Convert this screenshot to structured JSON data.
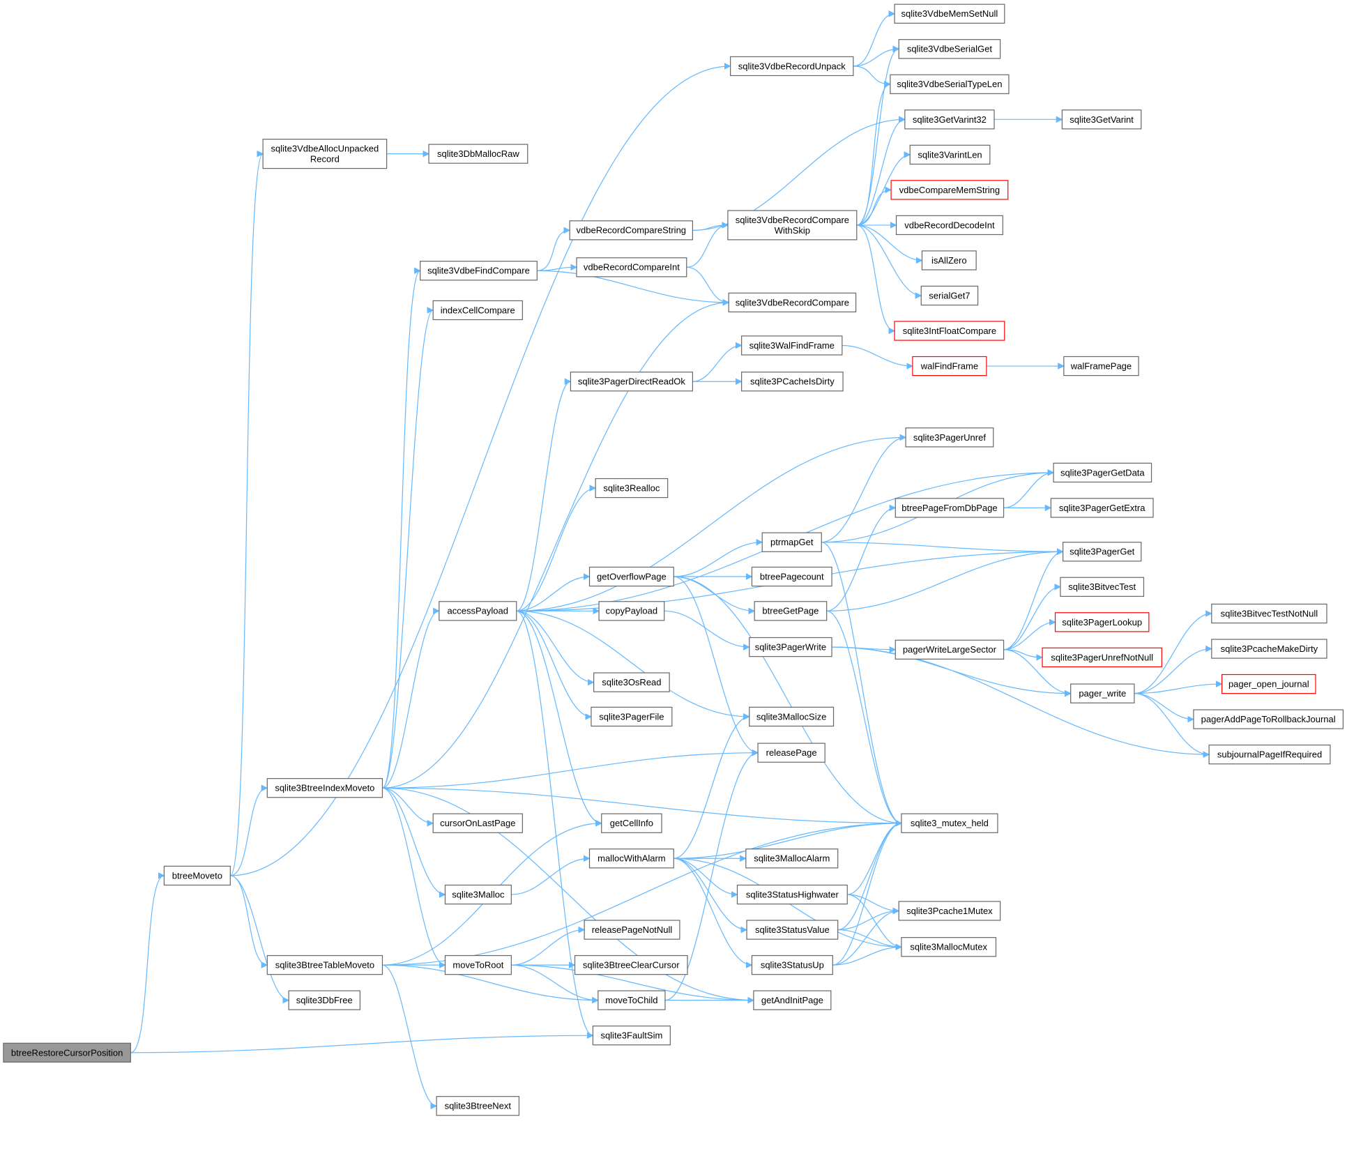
{
  "diagram": {
    "type": "call-graph",
    "colors": {
      "edge": "#63b8ff",
      "node_border": "#666666",
      "highlight_border": "#ff0000",
      "root_fill": "#999999"
    },
    "nodes": [
      {
        "id": "btreeRestoreCursorPosition",
        "label": "btreeRestoreCursorPosition",
        "style": "root"
      },
      {
        "id": "btreeMoveto",
        "label": "btreeMoveto"
      },
      {
        "id": "sqlite3VdbeAllocUnpackedRecord",
        "label": "sqlite3VdbeAllocUnpacked\nRecord"
      },
      {
        "id": "sqlite3DbMallocRaw",
        "label": "sqlite3DbMallocRaw"
      },
      {
        "id": "sqlite3BtreeIndexMoveto",
        "label": "sqlite3BtreeIndexMoveto"
      },
      {
        "id": "sqlite3BtreeTableMoveto",
        "label": "sqlite3BtreeTableMoveto"
      },
      {
        "id": "sqlite3DbFree",
        "label": "sqlite3DbFree"
      },
      {
        "id": "sqlite3VdbeFindCompare",
        "label": "sqlite3VdbeFindCompare"
      },
      {
        "id": "indexCellCompare",
        "label": "indexCellCompare"
      },
      {
        "id": "accessPayload",
        "label": "accessPayload"
      },
      {
        "id": "cursorOnLastPage",
        "label": "cursorOnLastPage"
      },
      {
        "id": "sqlite3Malloc",
        "label": "sqlite3Malloc"
      },
      {
        "id": "moveToRoot",
        "label": "moveToRoot"
      },
      {
        "id": "sqlite3BtreeNext",
        "label": "sqlite3BtreeNext"
      },
      {
        "id": "vdbeRecordCompareString",
        "label": "vdbeRecordCompareString"
      },
      {
        "id": "vdbeRecordCompareInt",
        "label": "vdbeRecordCompareInt"
      },
      {
        "id": "sqlite3PagerDirectReadOk",
        "label": "sqlite3PagerDirectReadOk"
      },
      {
        "id": "sqlite3Realloc",
        "label": "sqlite3Realloc"
      },
      {
        "id": "getOverflowPage",
        "label": "getOverflowPage"
      },
      {
        "id": "copyPayload",
        "label": "copyPayload"
      },
      {
        "id": "sqlite3OsRead",
        "label": "sqlite3OsRead"
      },
      {
        "id": "sqlite3PagerFile",
        "label": "sqlite3PagerFile"
      },
      {
        "id": "getCellInfo",
        "label": "getCellInfo"
      },
      {
        "id": "mallocWithAlarm",
        "label": "mallocWithAlarm"
      },
      {
        "id": "releasePageNotNull",
        "label": "releasePageNotNull"
      },
      {
        "id": "sqlite3BtreeClearCursor",
        "label": "sqlite3BtreeClearCursor"
      },
      {
        "id": "moveToChild",
        "label": "moveToChild"
      },
      {
        "id": "sqlite3FaultSim",
        "label": "sqlite3FaultSim"
      },
      {
        "id": "sqlite3VdbeRecordUnpack",
        "label": "sqlite3VdbeRecordUnpack"
      },
      {
        "id": "sqlite3VdbeRecordCompareWithSkip",
        "label": "sqlite3VdbeRecordCompare\nWithSkip"
      },
      {
        "id": "sqlite3VdbeRecordCompare",
        "label": "sqlite3VdbeRecordCompare"
      },
      {
        "id": "sqlite3WalFindFrame",
        "label": "sqlite3WalFindFrame"
      },
      {
        "id": "sqlite3PCacheIsDirty",
        "label": "sqlite3PCacheIsDirty"
      },
      {
        "id": "ptrmapGet",
        "label": "ptrmapGet"
      },
      {
        "id": "btreePagecount",
        "label": "btreePagecount"
      },
      {
        "id": "btreeGetPage",
        "label": "btreeGetPage"
      },
      {
        "id": "sqlite3PagerWrite",
        "label": "sqlite3PagerWrite"
      },
      {
        "id": "sqlite3MallocSize",
        "label": "sqlite3MallocSize"
      },
      {
        "id": "releasePage",
        "label": "releasePage"
      },
      {
        "id": "sqlite3MallocAlarm",
        "label": "sqlite3MallocAlarm"
      },
      {
        "id": "sqlite3StatusHighwater",
        "label": "sqlite3StatusHighwater"
      },
      {
        "id": "sqlite3StatusValue",
        "label": "sqlite3StatusValue"
      },
      {
        "id": "sqlite3StatusUp",
        "label": "sqlite3StatusUp"
      },
      {
        "id": "getAndInitPage",
        "label": "getAndInitPage"
      },
      {
        "id": "sqlite3VdbeMemSetNull",
        "label": "sqlite3VdbeMemSetNull"
      },
      {
        "id": "sqlite3VdbeSerialGet",
        "label": "sqlite3VdbeSerialGet"
      },
      {
        "id": "sqlite3VdbeSerialTypeLen",
        "label": "sqlite3VdbeSerialTypeLen"
      },
      {
        "id": "sqlite3GetVarint32",
        "label": "sqlite3GetVarint32"
      },
      {
        "id": "sqlite3VarintLen",
        "label": "sqlite3VarintLen"
      },
      {
        "id": "vdbeCompareMemString",
        "label": "vdbeCompareMemString",
        "style": "red"
      },
      {
        "id": "vdbeRecordDecodeInt",
        "label": "vdbeRecordDecodeInt"
      },
      {
        "id": "isAllZero",
        "label": "isAllZero"
      },
      {
        "id": "serialGet7",
        "label": "serialGet7"
      },
      {
        "id": "sqlite3IntFloatCompare",
        "label": "sqlite3IntFloatCompare",
        "style": "red"
      },
      {
        "id": "walFindFrame",
        "label": "walFindFrame",
        "style": "red"
      },
      {
        "id": "sqlite3PagerUnref",
        "label": "sqlite3PagerUnref"
      },
      {
        "id": "btreePageFromDbPage",
        "label": "btreePageFromDbPage"
      },
      {
        "id": "pagerWriteLargeSector",
        "label": "pagerWriteLargeSector"
      },
      {
        "id": "sqlite3_mutex_held",
        "label": "sqlite3_mutex_held"
      },
      {
        "id": "sqlite3Pcache1Mutex",
        "label": "sqlite3Pcache1Mutex"
      },
      {
        "id": "sqlite3MallocMutex",
        "label": "sqlite3MallocMutex"
      },
      {
        "id": "sqlite3GetVarint",
        "label": "sqlite3GetVarint"
      },
      {
        "id": "walFramePage",
        "label": "walFramePage"
      },
      {
        "id": "sqlite3PagerGetData",
        "label": "sqlite3PagerGetData"
      },
      {
        "id": "sqlite3PagerGetExtra",
        "label": "sqlite3PagerGetExtra"
      },
      {
        "id": "sqlite3PagerGet",
        "label": "sqlite3PagerGet"
      },
      {
        "id": "sqlite3BitvecTest",
        "label": "sqlite3BitvecTest"
      },
      {
        "id": "sqlite3PagerLookup",
        "label": "sqlite3PagerLookup",
        "style": "red"
      },
      {
        "id": "sqlite3PagerUnrefNotNull",
        "label": "sqlite3PagerUnrefNotNull",
        "style": "red"
      },
      {
        "id": "pager_write",
        "label": "pager_write"
      },
      {
        "id": "sqlite3BitvecTestNotNull",
        "label": "sqlite3BitvecTestNotNull"
      },
      {
        "id": "sqlite3PcacheMakeDirty",
        "label": "sqlite3PcacheMakeDirty"
      },
      {
        "id": "pager_open_journal",
        "label": "pager_open_journal",
        "style": "red"
      },
      {
        "id": "pagerAddPageToRollbackJournal",
        "label": "pagerAddPageToRollbackJournal"
      },
      {
        "id": "subjournalPageIfRequired",
        "label": "subjournalPageIfRequired"
      }
    ],
    "edges": [
      [
        "btreeRestoreCursorPosition",
        "btreeMoveto"
      ],
      [
        "btreeRestoreCursorPosition",
        "sqlite3FaultSim"
      ],
      [
        "btreeMoveto",
        "sqlite3VdbeAllocUnpackedRecord"
      ],
      [
        "btreeMoveto",
        "sqlite3VdbeRecordUnpack"
      ],
      [
        "btreeMoveto",
        "sqlite3BtreeIndexMoveto"
      ],
      [
        "btreeMoveto",
        "sqlite3BtreeTableMoveto"
      ],
      [
        "btreeMoveto",
        "sqlite3DbFree"
      ],
      [
        "sqlite3VdbeAllocUnpackedRecord",
        "sqlite3DbMallocRaw"
      ],
      [
        "sqlite3BtreeIndexMoveto",
        "sqlite3VdbeFindCompare"
      ],
      [
        "sqlite3BtreeIndexMoveto",
        "indexCellCompare"
      ],
      [
        "sqlite3BtreeIndexMoveto",
        "sqlite3VdbeRecordCompare"
      ],
      [
        "sqlite3BtreeIndexMoveto",
        "accessPayload"
      ],
      [
        "sqlite3BtreeIndexMoveto",
        "releasePage"
      ],
      [
        "sqlite3BtreeIndexMoveto",
        "sqlite3_mutex_held"
      ],
      [
        "sqlite3BtreeIndexMoveto",
        "cursorOnLastPage"
      ],
      [
        "sqlite3BtreeIndexMoveto",
        "sqlite3Malloc"
      ],
      [
        "sqlite3BtreeIndexMoveto",
        "moveToRoot"
      ],
      [
        "sqlite3BtreeIndexMoveto",
        "getAndInitPage"
      ],
      [
        "sqlite3BtreeTableMoveto",
        "getCellInfo"
      ],
      [
        "sqlite3BtreeTableMoveto",
        "moveToRoot"
      ],
      [
        "sqlite3BtreeTableMoveto",
        "moveToChild"
      ],
      [
        "sqlite3BtreeTableMoveto",
        "sqlite3BtreeNext"
      ],
      [
        "sqlite3BtreeTableMoveto",
        "sqlite3_mutex_held"
      ],
      [
        "sqlite3VdbeFindCompare",
        "vdbeRecordCompareString"
      ],
      [
        "sqlite3VdbeFindCompare",
        "vdbeRecordCompareInt"
      ],
      [
        "sqlite3VdbeFindCompare",
        "sqlite3VdbeRecordCompare"
      ],
      [
        "accessPayload",
        "sqlite3PagerDirectReadOk"
      ],
      [
        "accessPayload",
        "sqlite3PagerUnref"
      ],
      [
        "accessPayload",
        "sqlite3PagerGetData"
      ],
      [
        "accessPayload",
        "sqlite3Realloc"
      ],
      [
        "accessPayload",
        "sqlite3PagerGet"
      ],
      [
        "accessPayload",
        "getOverflowPage"
      ],
      [
        "accessPayload",
        "copyPayload"
      ],
      [
        "accessPayload",
        "sqlite3OsRead"
      ],
      [
        "accessPayload",
        "sqlite3PagerFile"
      ],
      [
        "accessPayload",
        "sqlite3MallocSize"
      ],
      [
        "accessPayload",
        "getCellInfo"
      ],
      [
        "accessPayload",
        "sqlite3FaultSim"
      ],
      [
        "sqlite3Malloc",
        "mallocWithAlarm"
      ],
      [
        "moveToRoot",
        "releasePageNotNull"
      ],
      [
        "moveToRoot",
        "sqlite3BtreeClearCursor"
      ],
      [
        "moveToRoot",
        "moveToChild"
      ],
      [
        "moveToRoot",
        "getAndInitPage"
      ],
      [
        "vdbeRecordCompareString",
        "sqlite3VdbeRecordCompareWithSkip"
      ],
      [
        "vdbeRecordCompareString",
        "sqlite3GetVarint32"
      ],
      [
        "vdbeRecordCompareInt",
        "sqlite3VdbeRecordCompareWithSkip"
      ],
      [
        "vdbeRecordCompareInt",
        "sqlite3VdbeRecordCompare"
      ],
      [
        "sqlite3PagerDirectReadOk",
        "sqlite3WalFindFrame"
      ],
      [
        "sqlite3PagerDirectReadOk",
        "sqlite3PCacheIsDirty"
      ],
      [
        "getOverflowPage",
        "ptrmapGet"
      ],
      [
        "getOverflowPage",
        "btreePagecount"
      ],
      [
        "getOverflowPage",
        "btreeGetPage"
      ],
      [
        "getOverflowPage",
        "releasePage"
      ],
      [
        "getOverflowPage",
        "sqlite3_mutex_held"
      ],
      [
        "copyPayload",
        "sqlite3PagerWrite"
      ],
      [
        "mallocWithAlarm",
        "sqlite3MallocSize"
      ],
      [
        "mallocWithAlarm",
        "sqlite3_mutex_held"
      ],
      [
        "mallocWithAlarm",
        "sqlite3MallocAlarm"
      ],
      [
        "mallocWithAlarm",
        "sqlite3StatusHighwater"
      ],
      [
        "mallocWithAlarm",
        "sqlite3StatusValue"
      ],
      [
        "mallocWithAlarm",
        "sqlite3StatusUp"
      ],
      [
        "mallocWithAlarm",
        "sqlite3MallocMutex"
      ],
      [
        "moveToChild",
        "releasePage"
      ],
      [
        "moveToChild",
        "getAndInitPage"
      ],
      [
        "sqlite3VdbeRecordUnpack",
        "sqlite3VdbeMemSetNull"
      ],
      [
        "sqlite3VdbeRecordUnpack",
        "sqlite3VdbeSerialGet"
      ],
      [
        "sqlite3VdbeRecordUnpack",
        "sqlite3VdbeSerialTypeLen"
      ],
      [
        "sqlite3VdbeRecordCompareWithSkip",
        "sqlite3VdbeSerialGet"
      ],
      [
        "sqlite3VdbeRecordCompareWithSkip",
        "sqlite3VdbeSerialTypeLen"
      ],
      [
        "sqlite3VdbeRecordCompareWithSkip",
        "sqlite3GetVarint32"
      ],
      [
        "sqlite3VdbeRecordCompareWithSkip",
        "sqlite3VarintLen"
      ],
      [
        "sqlite3VdbeRecordCompareWithSkip",
        "vdbeCompareMemString"
      ],
      [
        "sqlite3VdbeRecordCompareWithSkip",
        "vdbeRecordDecodeInt"
      ],
      [
        "sqlite3VdbeRecordCompareWithSkip",
        "isAllZero"
      ],
      [
        "sqlite3VdbeRecordCompareWithSkip",
        "serialGet7"
      ],
      [
        "sqlite3VdbeRecordCompareWithSkip",
        "sqlite3IntFloatCompare"
      ],
      [
        "sqlite3GetVarint32",
        "sqlite3GetVarint"
      ],
      [
        "sqlite3WalFindFrame",
        "walFindFrame"
      ],
      [
        "walFindFrame",
        "walFramePage"
      ],
      [
        "ptrmapGet",
        "sqlite3PagerUnref"
      ],
      [
        "ptrmapGet",
        "sqlite3PagerGetData"
      ],
      [
        "ptrmapGet",
        "sqlite3PagerGet"
      ],
      [
        "ptrmapGet",
        "sqlite3_mutex_held"
      ],
      [
        "btreeGetPage",
        "btreePageFromDbPage"
      ],
      [
        "btreeGetPage",
        "sqlite3PagerGet"
      ],
      [
        "btreeGetPage",
        "sqlite3_mutex_held"
      ],
      [
        "btreePageFromDbPage",
        "sqlite3PagerGetData"
      ],
      [
        "btreePageFromDbPage",
        "sqlite3PagerGetExtra"
      ],
      [
        "sqlite3PagerWrite",
        "pagerWriteLargeSector"
      ],
      [
        "sqlite3PagerWrite",
        "pager_write"
      ],
      [
        "sqlite3PagerWrite",
        "subjournalPageIfRequired"
      ],
      [
        "pagerWriteLargeSector",
        "sqlite3PagerGet"
      ],
      [
        "pagerWriteLargeSector",
        "sqlite3BitvecTest"
      ],
      [
        "pagerWriteLargeSector",
        "sqlite3PagerLookup"
      ],
      [
        "pagerWriteLargeSector",
        "sqlite3PagerUnrefNotNull"
      ],
      [
        "pagerWriteLargeSector",
        "pager_write"
      ],
      [
        "pager_write",
        "sqlite3BitvecTestNotNull"
      ],
      [
        "pager_write",
        "sqlite3PcacheMakeDirty"
      ],
      [
        "pager_write",
        "pager_open_journal"
      ],
      [
        "pager_write",
        "pagerAddPageToRollbackJournal"
      ],
      [
        "pager_write",
        "subjournalPageIfRequired"
      ],
      [
        "sqlite3StatusHighwater",
        "sqlite3_mutex_held"
      ],
      [
        "sqlite3StatusHighwater",
        "sqlite3Pcache1Mutex"
      ],
      [
        "sqlite3StatusHighwater",
        "sqlite3MallocMutex"
      ],
      [
        "sqlite3StatusValue",
        "sqlite3_mutex_held"
      ],
      [
        "sqlite3StatusValue",
        "sqlite3Pcache1Mutex"
      ],
      [
        "sqlite3StatusValue",
        "sqlite3MallocMutex"
      ],
      [
        "sqlite3StatusUp",
        "sqlite3_mutex_held"
      ],
      [
        "sqlite3StatusUp",
        "sqlite3Pcache1Mutex"
      ],
      [
        "sqlite3StatusUp",
        "sqlite3MallocMutex"
      ]
    ]
  }
}
